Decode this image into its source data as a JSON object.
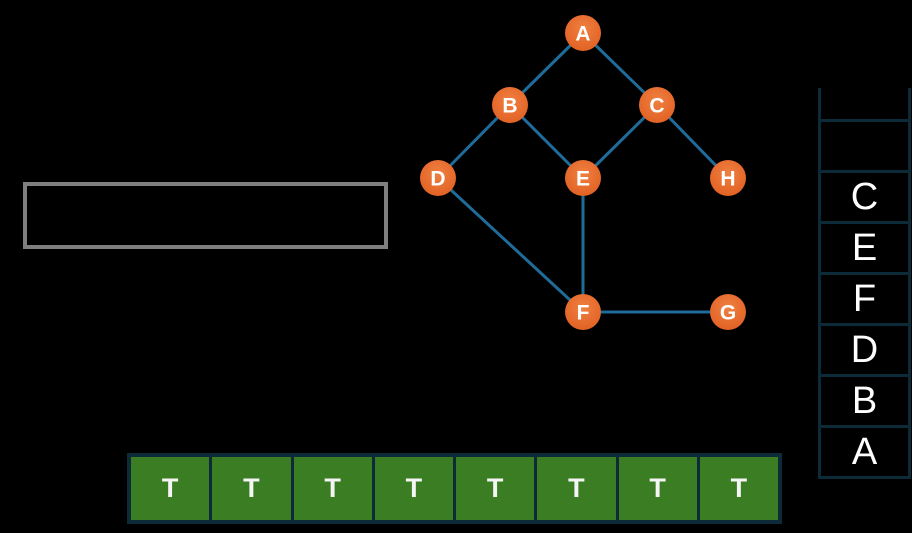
{
  "colors": {
    "background": "#000000",
    "edge": "#1f6b99",
    "node_fill": "#df5c20",
    "node_fill_light": "#ef8040",
    "node_text": "#ffffff",
    "frame": "#0d2a38",
    "stack_text": "#ffffff",
    "visited_fill": "#3a7d22",
    "visited_text": "#f5f5f5",
    "label_box_border": "#7f7f7f"
  },
  "graph": {
    "nodes": [
      {
        "id": "A",
        "label": "A"
      },
      {
        "id": "B",
        "label": "B"
      },
      {
        "id": "C",
        "label": "C"
      },
      {
        "id": "D",
        "label": "D"
      },
      {
        "id": "E",
        "label": "E"
      },
      {
        "id": "F",
        "label": "F"
      },
      {
        "id": "G",
        "label": "G"
      },
      {
        "id": "H",
        "label": "H"
      }
    ],
    "edges": [
      [
        "A",
        "B"
      ],
      [
        "A",
        "C"
      ],
      [
        "B",
        "D"
      ],
      [
        "B",
        "E"
      ],
      [
        "C",
        "E"
      ],
      [
        "C",
        "H"
      ],
      [
        "D",
        "F"
      ],
      [
        "E",
        "F"
      ],
      [
        "F",
        "G"
      ]
    ]
  },
  "label_box": {
    "text": ""
  },
  "stack": {
    "cells": [
      "",
      "",
      "C",
      "E",
      "F",
      "D",
      "B",
      "A"
    ]
  },
  "visited": {
    "cells": [
      "T",
      "T",
      "T",
      "T",
      "T",
      "T",
      "T",
      "T"
    ]
  }
}
